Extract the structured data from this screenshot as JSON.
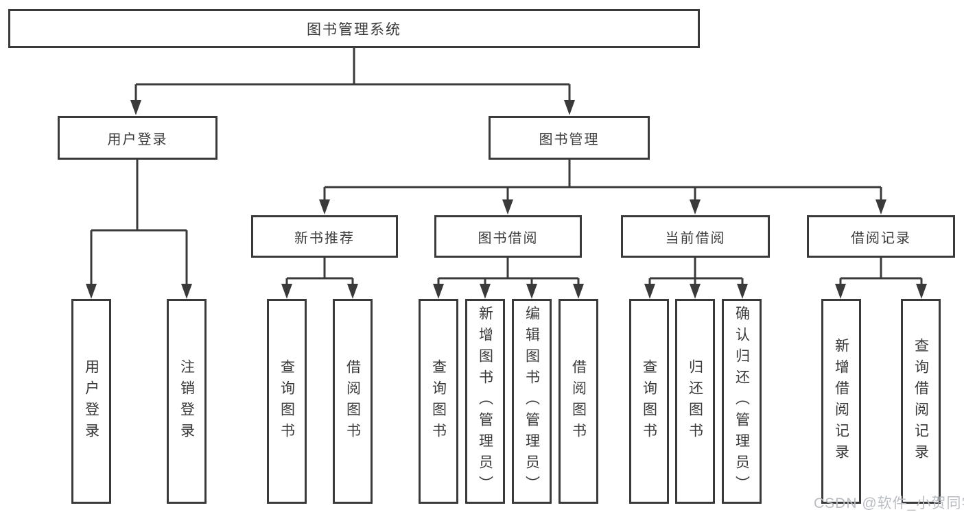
{
  "colors": {
    "line": "#3a3a3a",
    "text": "#3a3a3a",
    "box_background": "#ffffff",
    "watermark_text": "#b9bdc3"
  },
  "tree": {
    "root": "图书管理系统",
    "branches": [
      {
        "label": "用户登录",
        "leaves": [
          "用户登录",
          "注销登录"
        ]
      },
      {
        "label": "图书管理",
        "groups": [
          {
            "label": "新书推荐",
            "leaves": [
              "查询图书",
              "借阅图书"
            ]
          },
          {
            "label": "图书借阅",
            "leaves": [
              "查询图书",
              "新增图书（管理员）",
              "编辑图书（管理员）",
              "借阅图书"
            ]
          },
          {
            "label": "当前借阅",
            "leaves": [
              "查询图书",
              "归还图书",
              "确认归还（管理员）"
            ]
          },
          {
            "label": "借阅记录",
            "leaves": [
              "新增借阅记录",
              "查询借阅记录"
            ]
          }
        ]
      }
    ]
  },
  "watermark": "CSDN @软件_小贺同学"
}
